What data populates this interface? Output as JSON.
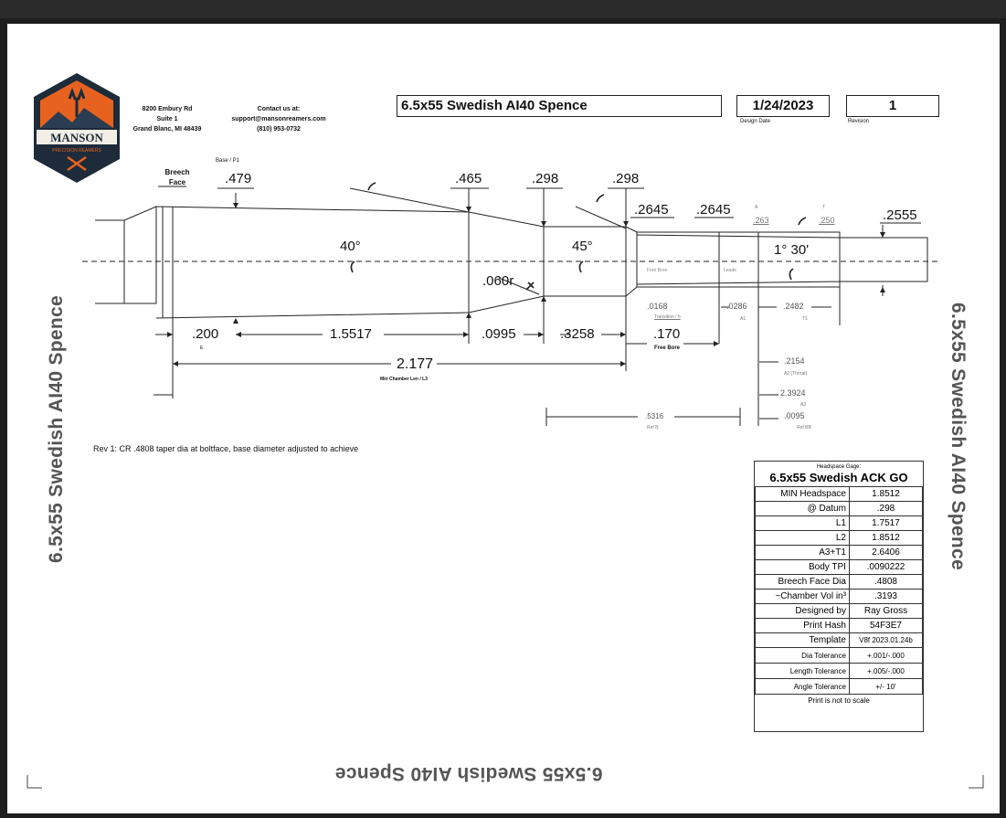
{
  "header": {
    "address": [
      "8200 Embury Rd",
      "Suite 1",
      "Grand Blanc, MI 48439"
    ],
    "contact_title": "Contact us at:",
    "email": "support@mansonreamers.com",
    "phone": "(810) 953-0732",
    "title": "6.5x55 Swedish AI40 Spence",
    "design_date": "1/24/2023",
    "design_date_label": "Design Date",
    "revision": "1",
    "revision_label": "Revision"
  },
  "logo": {
    "name": "MANSON",
    "sub": "PRECISION REAMERS"
  },
  "side_text": "6.5x55 Swedish AI40 Spence",
  "drawing": {
    "breech_label": "Breech",
    "face_label": "Face",
    "base_p1": "Base / P1",
    "dim_479": ".479",
    "dim_465": ".465",
    "dim_298a": ".298",
    "dim_298b": ".298",
    "dim_2645a": ".2645",
    "dim_2645b": ".2645",
    "dim_263": ".263",
    "lbl_a": "A",
    "dim_250": ".250",
    "lbl_t": "T",
    "dim_2555": ".2555",
    "angle_40": "40°",
    "angle_45": "45°",
    "angle_130": "1° 30'",
    "free_bore_in": "Free Bore",
    "leade": "Leade",
    "radius_060": ".060r",
    "dim_0168": ".0168",
    "transition": "Transition / h",
    "dim_0286": ".0286",
    "lbl_a1": "A1",
    "dim_2482": ".2482",
    "lbl_t1": "T1",
    "dim_200": ".200",
    "lbl_e": "E",
    "dim_15517": "1.5517",
    "dim_0995": ".0995",
    "dim_3258": ".3258",
    "dim_170": ".170",
    "free_bore": "Free Bore",
    "dim_2177": "2.177",
    "min_chamber": "Min Chamber Len / L3",
    "dim_2154": ".2154",
    "a2_throat": "A2 (Throat)",
    "dim_23924": "2.3924",
    "lbl_a3": "A3",
    "dim_5316": ".5316",
    "ref_b": "Ref B",
    "dim_0095": ".0095",
    "ref_bb": "Ref BB"
  },
  "rev_note": "Rev 1: CR .4808 taper dia at boltface, base diameter adjusted to achieve",
  "headspace": {
    "caption": "Headspace Gage:",
    "title": "6.5x55 Swedish ACK GO",
    "rows": [
      {
        "k": "MIN Headspace",
        "v": "1.8512"
      },
      {
        "k": "@ Datum",
        "v": ".298"
      },
      {
        "k": "L1",
        "v": "1.7517"
      },
      {
        "k": "L2",
        "v": "1.8512"
      },
      {
        "k": "A3+T1",
        "v": "2.6406"
      },
      {
        "k": "Body TPI",
        "v": ".0090222"
      },
      {
        "k": "Breech Face Dia",
        "v": ".4808"
      },
      {
        "k": "~Chamber Vol in³",
        "v": ".3193"
      },
      {
        "k": "Designed by",
        "v": "Ray Gross"
      },
      {
        "k": "Print Hash",
        "v": "54F3E7"
      },
      {
        "k": "Template",
        "v": "V8f 2023.01.24b"
      },
      {
        "k": "Dia Tolerance",
        "v": "+.001/-.000"
      },
      {
        "k": "Length Tolerance",
        "v": "+.005/-.000"
      },
      {
        "k": "Angle Tolerance",
        "v": "+/- 10'"
      }
    ],
    "footer": "Print is not to scale"
  },
  "colors": {
    "logo_orange": "#e8621f",
    "logo_dark": "#1d2b3a",
    "gray_text": "#555555"
  }
}
